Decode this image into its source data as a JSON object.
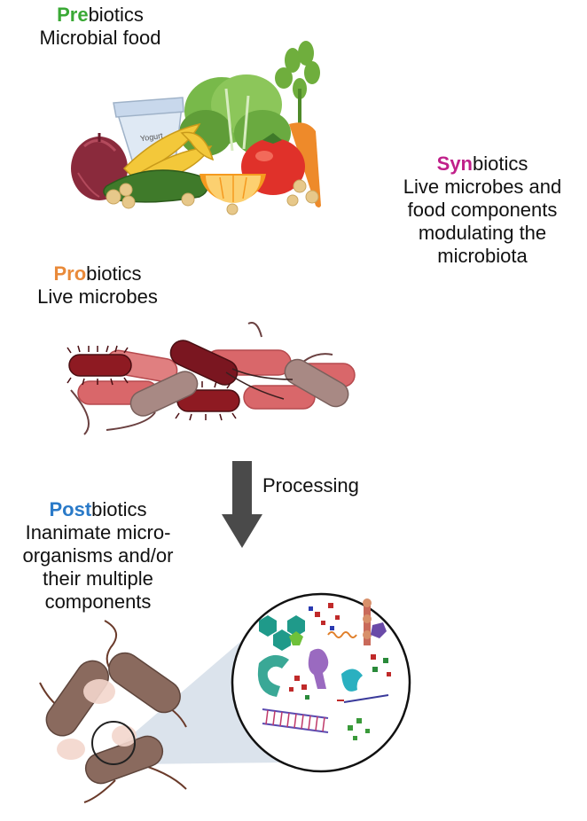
{
  "prebiotics": {
    "prefix": "Pre",
    "suffix": "biotics",
    "description": "Microbial food",
    "accent": "#3aa935"
  },
  "synbiotics": {
    "prefix": "Syn",
    "suffix": "biotics",
    "lines": [
      "Live microbes and",
      "food components",
      "modulating the",
      "microbiota"
    ],
    "accent": "#c0208a"
  },
  "probiotics": {
    "prefix": "Pro",
    "suffix": "biotics",
    "description": "Live microbes",
    "accent": "#e98a3a"
  },
  "postbiotics": {
    "prefix": "Post",
    "suffix": "biotics",
    "lines": [
      "Inanimate micro-",
      "organisms and/or",
      "their multiple",
      "components"
    ],
    "accent": "#2a7ac8"
  },
  "arrow": {
    "label": "Processing"
  },
  "food": {
    "yogurt_label": "Yogurt"
  }
}
